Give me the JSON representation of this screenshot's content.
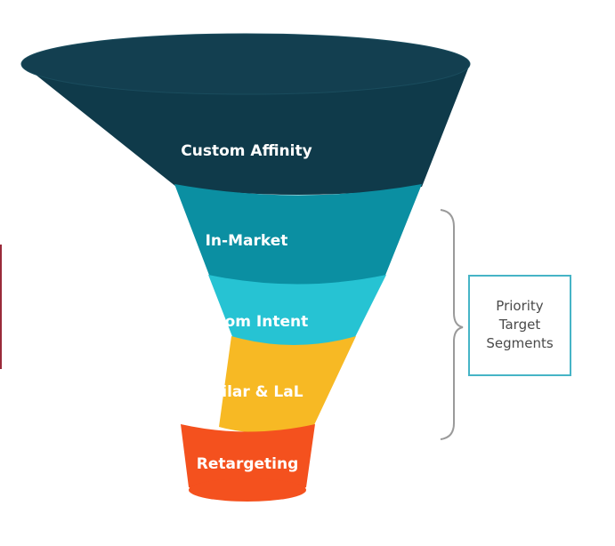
{
  "funnel": {
    "segments": [
      {
        "label": "Custom Affinity",
        "color": "#0f3a4a"
      },
      {
        "label": "In-Market",
        "color": "#0b8fa2"
      },
      {
        "label": "Custom Intent",
        "color": "#26c3d3"
      },
      {
        "label": "Similar & LaL",
        "color": "#f7b924"
      },
      {
        "label": "Retargeting",
        "color": "#f4511e"
      }
    ]
  },
  "callout": {
    "lines": [
      "Priority",
      "Target",
      "Segments"
    ],
    "border_color": "#46b4c6",
    "brace_color": "#9a9a9a"
  }
}
